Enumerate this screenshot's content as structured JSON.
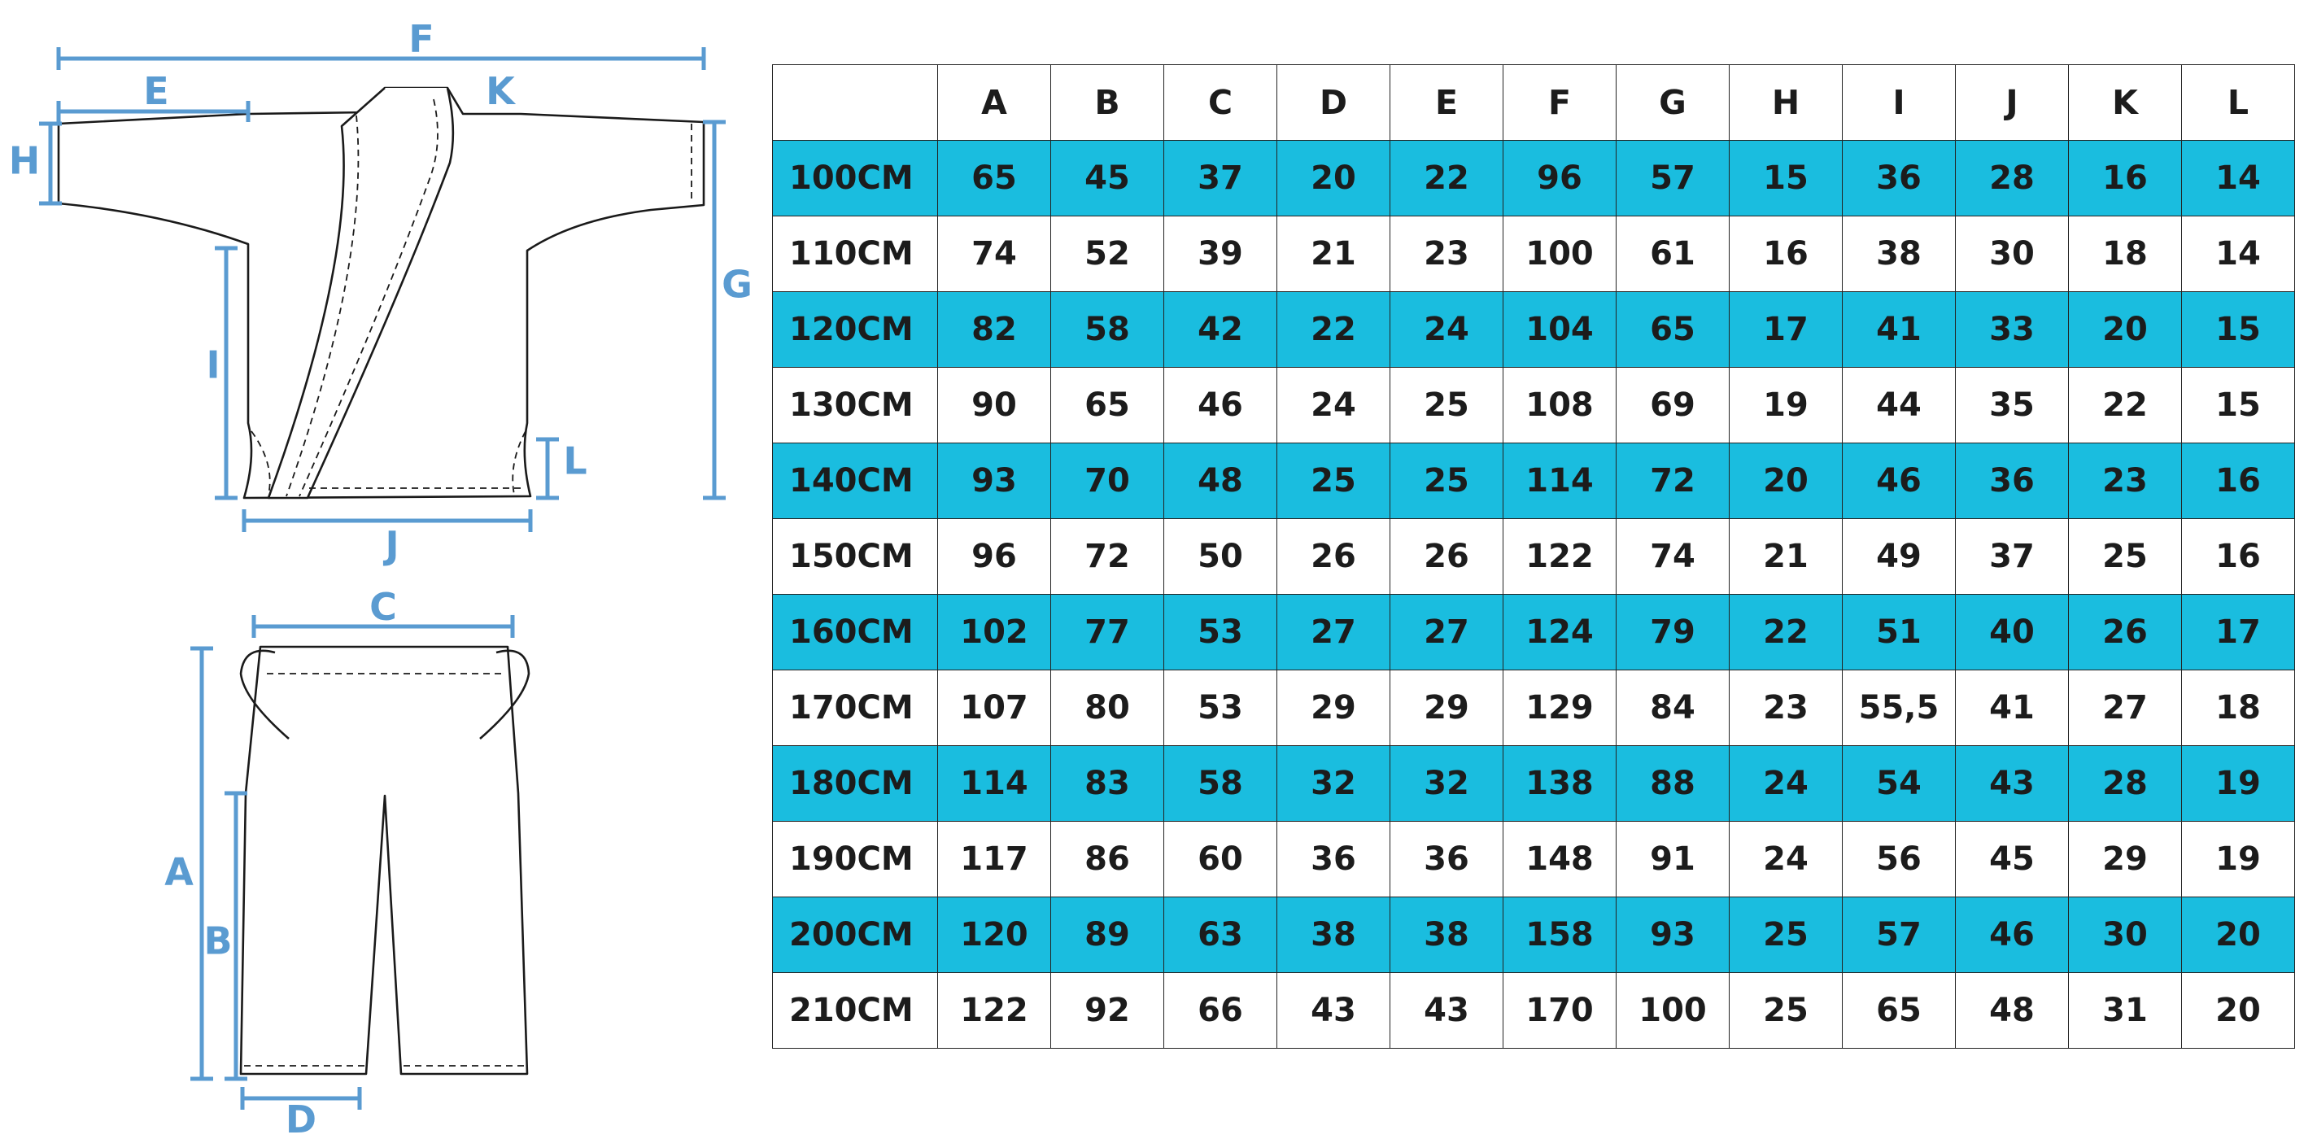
{
  "diagram": {
    "jacket_labels": {
      "F": "F",
      "E": "E",
      "K": "K",
      "H": "H",
      "G": "G",
      "I": "I",
      "L": "L",
      "J": "J"
    },
    "pants_labels": {
      "C": "C",
      "A": "A",
      "B": "B",
      "D": "D"
    },
    "colors": {
      "dimension": "#5a9bd1",
      "outline": "#1a1a1a"
    }
  },
  "table": {
    "columns": [
      "A",
      "B",
      "C",
      "D",
      "E",
      "F",
      "G",
      "H",
      "I",
      "J",
      "K",
      "L"
    ],
    "rows": [
      {
        "size": "100CM",
        "values": [
          "65",
          "45",
          "37",
          "20",
          "22",
          "96",
          "57",
          "15",
          "36",
          "28",
          "16",
          "14"
        ]
      },
      {
        "size": "110CM",
        "values": [
          "74",
          "52",
          "39",
          "21",
          "23",
          "100",
          "61",
          "16",
          "38",
          "30",
          "18",
          "14"
        ]
      },
      {
        "size": "120CM",
        "values": [
          "82",
          "58",
          "42",
          "22",
          "24",
          "104",
          "65",
          "17",
          "41",
          "33",
          "20",
          "15"
        ]
      },
      {
        "size": "130CM",
        "values": [
          "90",
          "65",
          "46",
          "24",
          "25",
          "108",
          "69",
          "19",
          "44",
          "35",
          "22",
          "15"
        ]
      },
      {
        "size": "140CM",
        "values": [
          "93",
          "70",
          "48",
          "25",
          "25",
          "114",
          "72",
          "20",
          "46",
          "36",
          "23",
          "16"
        ]
      },
      {
        "size": "150CM",
        "values": [
          "96",
          "72",
          "50",
          "26",
          "26",
          "122",
          "74",
          "21",
          "49",
          "37",
          "25",
          "16"
        ]
      },
      {
        "size": "160CM",
        "values": [
          "102",
          "77",
          "53",
          "27",
          "27",
          "124",
          "79",
          "22",
          "51",
          "40",
          "26",
          "17"
        ]
      },
      {
        "size": "170CM",
        "values": [
          "107",
          "80",
          "53",
          "29",
          "29",
          "129",
          "84",
          "23",
          "55,5",
          "41",
          "27",
          "18"
        ]
      },
      {
        "size": "180CM",
        "values": [
          "114",
          "83",
          "58",
          "32",
          "32",
          "138",
          "88",
          "24",
          "54",
          "43",
          "28",
          "19"
        ]
      },
      {
        "size": "190CM",
        "values": [
          "117",
          "86",
          "60",
          "36",
          "36",
          "148",
          "91",
          "24",
          "56",
          "45",
          "29",
          "19"
        ]
      },
      {
        "size": "200CM",
        "values": [
          "120",
          "89",
          "63",
          "38",
          "38",
          "158",
          "93",
          "25",
          "57",
          "46",
          "30",
          "20"
        ]
      },
      {
        "size": "210CM",
        "values": [
          "122",
          "92",
          "66",
          "43",
          "43",
          "170",
          "100",
          "25",
          "65",
          "48",
          "31",
          "20"
        ]
      }
    ],
    "colors": {
      "shaded": "#1abddf",
      "plain": "#ffffff",
      "grid": "#222222"
    }
  }
}
